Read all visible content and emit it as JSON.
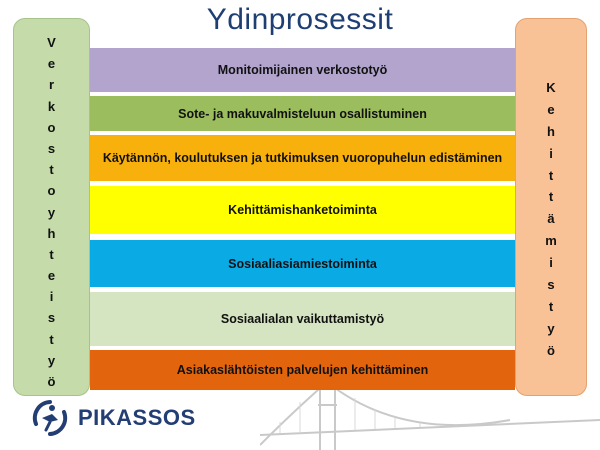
{
  "title": "Ydinprosessit",
  "left_sidebar": {
    "letters": [
      "V",
      "e",
      "r",
      "k",
      "o",
      "s",
      "t",
      "o",
      "y",
      "h",
      "t",
      "e",
      "i",
      "s",
      "t",
      "y",
      "ö"
    ],
    "color": "#c5dcaa"
  },
  "right_sidebar": {
    "letters": [
      "K",
      "e",
      "h",
      "i",
      "t",
      "t",
      "ä",
      "m",
      "i",
      "s",
      "t",
      "y",
      "ö"
    ],
    "color": "#f8c196"
  },
  "processes": [
    {
      "label": "Monitoimijainen verkostotyö",
      "color": "#b2a4cd"
    },
    {
      "label": "Sote- ja makuvalmisteluun osallistuminen",
      "color": "#9cbd5d"
    },
    {
      "label": "Käytännön, koulutuksen ja tutkimuksen vuoropuhelun edistäminen",
      "color": "#f8b10c"
    },
    {
      "label": "Kehittämishanketoiminta",
      "color": "#ffff00"
    },
    {
      "label": "Sosiaaliasiamiestoiminta",
      "color": "#0aaae4"
    },
    {
      "label": "Sosiaalialan vaikuttamistyö",
      "color": "#d6e5c1"
    },
    {
      "label": "Asiakaslähtöisten palvelujen kehittäminen",
      "color": "#e2650e"
    }
  ],
  "logo": {
    "text": "PIKASSOS",
    "icon": "pikassos-logo-icon",
    "color": "#233d75"
  }
}
